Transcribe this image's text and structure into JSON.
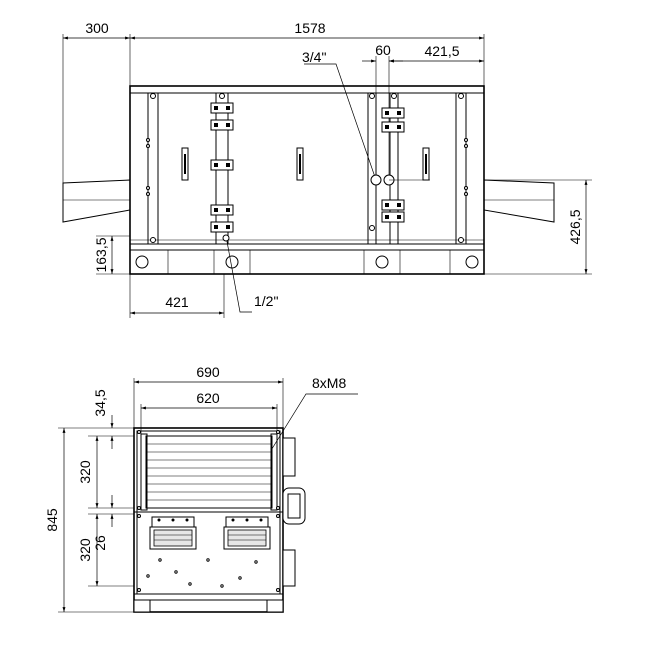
{
  "top_view": {
    "dims": {
      "left_offset": "300",
      "overall_length": "1578",
      "pipe_small": "3/4\"",
      "pipe_gap": "60",
      "right_offset": "421,5",
      "height": "426,5",
      "base_height": "163,5",
      "bottom_offset": "421",
      "drain": "1/2\""
    }
  },
  "side_view": {
    "dims": {
      "outer_width": "690",
      "inner_width": "620",
      "bolts": "8xM8",
      "top_margin": "34,5",
      "upper_section": "320",
      "overall_height": "845",
      "gap": "26",
      "lower_section": "320"
    }
  }
}
